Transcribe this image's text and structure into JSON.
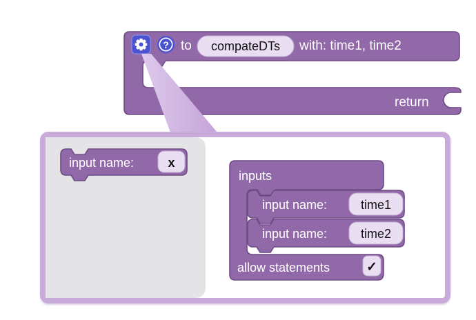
{
  "procedure_block": {
    "to_label": "to",
    "name_field": "compateDTs",
    "params_label": "with: time1, time2",
    "return_label": "return",
    "help_glyph": "?"
  },
  "mutator": {
    "flyout_block": {
      "label": "input name:",
      "value": "x"
    },
    "inputs_block": {
      "title": "inputs",
      "rows": [
        {
          "label": "input name:",
          "value": "time1"
        },
        {
          "label": "input name:",
          "value": "time2"
        }
      ],
      "allow_label": "allow statements",
      "check_glyph": "✓"
    }
  },
  "colors": {
    "block_purple": "#9169a9",
    "block_outline": "#6e4a85",
    "field_pill": "#e9def2",
    "icon_blue": "#4a52d0",
    "popup_border": "#c8abda",
    "flyout_gray": "#e4e3e6",
    "beam_light_purple": "#ccaede"
  }
}
